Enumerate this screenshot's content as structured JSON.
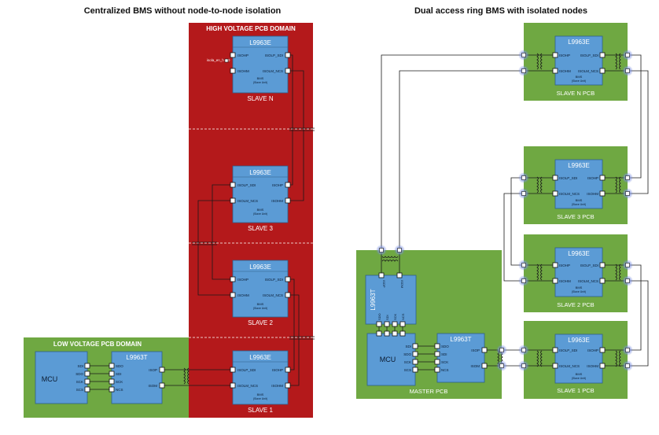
{
  "titles": {
    "left": "Centralized BMS without node-to-node isolation",
    "right": "Dual access ring BMS with isolated nodes"
  },
  "left": {
    "hv_domain": "HIGH VOLTAGE PCB DOMAIN",
    "lv_domain": "LOW VOLTAGE PCB DOMAIN",
    "isolcomp": "isola_en_h = 0",
    "mcu": "MCU",
    "master_chip": "L9963T",
    "mcu_pins": [
      "SDI",
      "SDO",
      "SCK",
      "SCS"
    ],
    "tx_pins_left": [
      "SDO",
      "SDI",
      "SCK",
      "NCS"
    ],
    "tx_pins_right": [
      "ISOP",
      "ISOM"
    ],
    "slaves": [
      {
        "chip": "L9963E",
        "label": "SLAVE N",
        "pins_left": [
          "ISOHP",
          "ISOHM"
        ],
        "pins_right": [
          "ISOLP_SDI",
          "ISOLM_NCS"
        ],
        "bms": "BMS",
        "bms_sub": "(Slave Unit)"
      },
      {
        "chip": "L9963E",
        "label": "SLAVE 3",
        "pins_left": [
          "ISOLP_SDI",
          "ISOLM_NCS"
        ],
        "pins_right": [
          "ISOHP",
          "ISOHM"
        ],
        "bms": "BMS",
        "bms_sub": "(Slave Unit)"
      },
      {
        "chip": "L9963E",
        "label": "SLAVE 2",
        "pins_left": [
          "ISOHP",
          "ISOHM"
        ],
        "pins_right": [
          "ISOLP_SDI",
          "ISOLM_NCS"
        ],
        "bms": "BMS",
        "bms_sub": "(Slave Unit)"
      },
      {
        "chip": "L9963E",
        "label": "SLAVE 1",
        "pins_left": [
          "ISOLP_SDI",
          "ISOLM_NCS"
        ],
        "pins_right": [
          "ISOHP",
          "ISOHM"
        ],
        "bms": "BMS",
        "bms_sub": "(Slave Unit)"
      }
    ]
  },
  "right": {
    "master_pcb": "MASTER PCB",
    "mcu": "MCU",
    "master_chip": "L9963T",
    "aux_chip": "L9963T",
    "aux_top_pins": [
      "ISOP",
      "ISOM"
    ],
    "aux_bottom_pins": [
      "SDO",
      "SDI",
      "SCK",
      "NCS"
    ],
    "mcu_pins": [
      "SDI",
      "SDO",
      "SCK",
      "SCS"
    ],
    "tx_pins_left": [
      "SDO",
      "SDI",
      "SCK",
      "NCS"
    ],
    "tx_pins_right": [
      "ISOP",
      "ISOM"
    ],
    "slaves": [
      {
        "chip": "L9963E",
        "label": "SLAVE N PCB",
        "pins_left": [
          "ISOHP",
          "ISOHM"
        ],
        "pins_right": [
          "ISOLP_SDI",
          "ISOLM_NCS"
        ],
        "bms": "BMS",
        "bms_sub": "(Slave Unit)"
      },
      {
        "chip": "L9963E",
        "label": "SLAVE 3 PCB",
        "pins_left": [
          "ISOLP_SDI",
          "ISOLM_NCS"
        ],
        "pins_right": [
          "ISOHP",
          "ISOHM"
        ],
        "bms": "BMS",
        "bms_sub": "(Slave Unit)"
      },
      {
        "chip": "L9963E",
        "label": "SLAVE 2 PCB",
        "pins_left": [
          "ISOHP",
          "ISOHM"
        ],
        "pins_right": [
          "ISOLP_SDI",
          "ISOLM_NCS"
        ],
        "bms": "BMS",
        "bms_sub": "(Slave Unit)"
      },
      {
        "chip": "L9963E",
        "label": "SLAVE 1 PCB",
        "pins_left": [
          "ISOLP_SDI",
          "ISOLM_NCS"
        ],
        "pins_right": [
          "ISOHP",
          "ISOHM"
        ],
        "bms": "BMS",
        "bms_sub": "(Slave Unit)"
      }
    ]
  },
  "colors": {
    "red_domain": "#b4191b",
    "green_domain": "#6fa842",
    "chip_blue": "#5b9bd5",
    "chip_border": "#2e5f8a",
    "wire": "#222222",
    "glow": "#6a7fd6"
  }
}
